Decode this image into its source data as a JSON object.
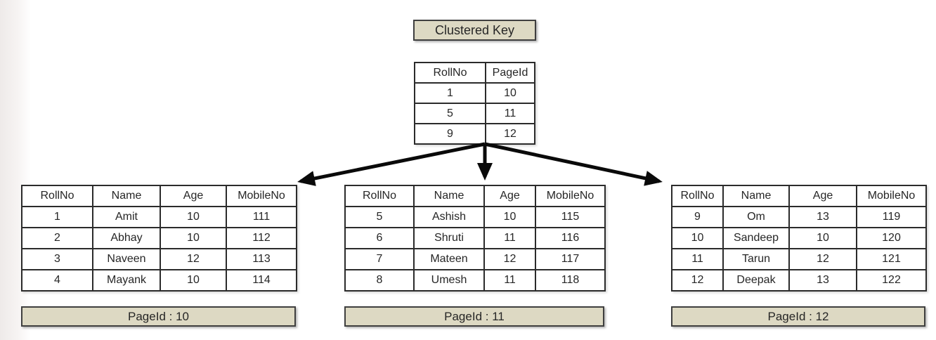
{
  "clustered_key": {
    "label": "Clustered Key",
    "table": {
      "headers": [
        "RollNo",
        "PageId"
      ],
      "rows": [
        [
          "1",
          "10"
        ],
        [
          "5",
          "11"
        ],
        [
          "9",
          "12"
        ]
      ]
    }
  },
  "pages": [
    {
      "label": "PageId : 10",
      "table": {
        "headers": [
          "RollNo",
          "Name",
          "Age",
          "MobileNo"
        ],
        "rows": [
          [
            "1",
            "Amit",
            "10",
            "111"
          ],
          [
            "2",
            "Abhay",
            "10",
            "112"
          ],
          [
            "3",
            "Naveen",
            "12",
            "113"
          ],
          [
            "4",
            "Mayank",
            "10",
            "114"
          ]
        ]
      }
    },
    {
      "label": "PageId : 11",
      "table": {
        "headers": [
          "RollNo",
          "Name",
          "Age",
          "MobileNo"
        ],
        "rows": [
          [
            "5",
            "Ashish",
            "10",
            "115"
          ],
          [
            "6",
            "Shruti",
            "11",
            "116"
          ],
          [
            "7",
            "Mateen",
            "12",
            "117"
          ],
          [
            "8",
            "Umesh",
            "11",
            "118"
          ]
        ]
      }
    },
    {
      "label": "PageId : 12",
      "table": {
        "headers": [
          "RollNo",
          "Name",
          "Age",
          "MobileNo"
        ],
        "rows": [
          [
            "9",
            "Om",
            "13",
            "119"
          ],
          [
            "10",
            "Sandeep",
            "10",
            "120"
          ],
          [
            "11",
            "Tarun",
            "12",
            "121"
          ],
          [
            "12",
            "Deepak",
            "13",
            "122"
          ]
        ]
      }
    }
  ],
  "colors": {
    "box_fill": "#ddd9c3",
    "box_border": "#3f3f3f",
    "table_border": "#2b2b2b",
    "text": "#262626",
    "arrow": "#0a0a0a"
  }
}
